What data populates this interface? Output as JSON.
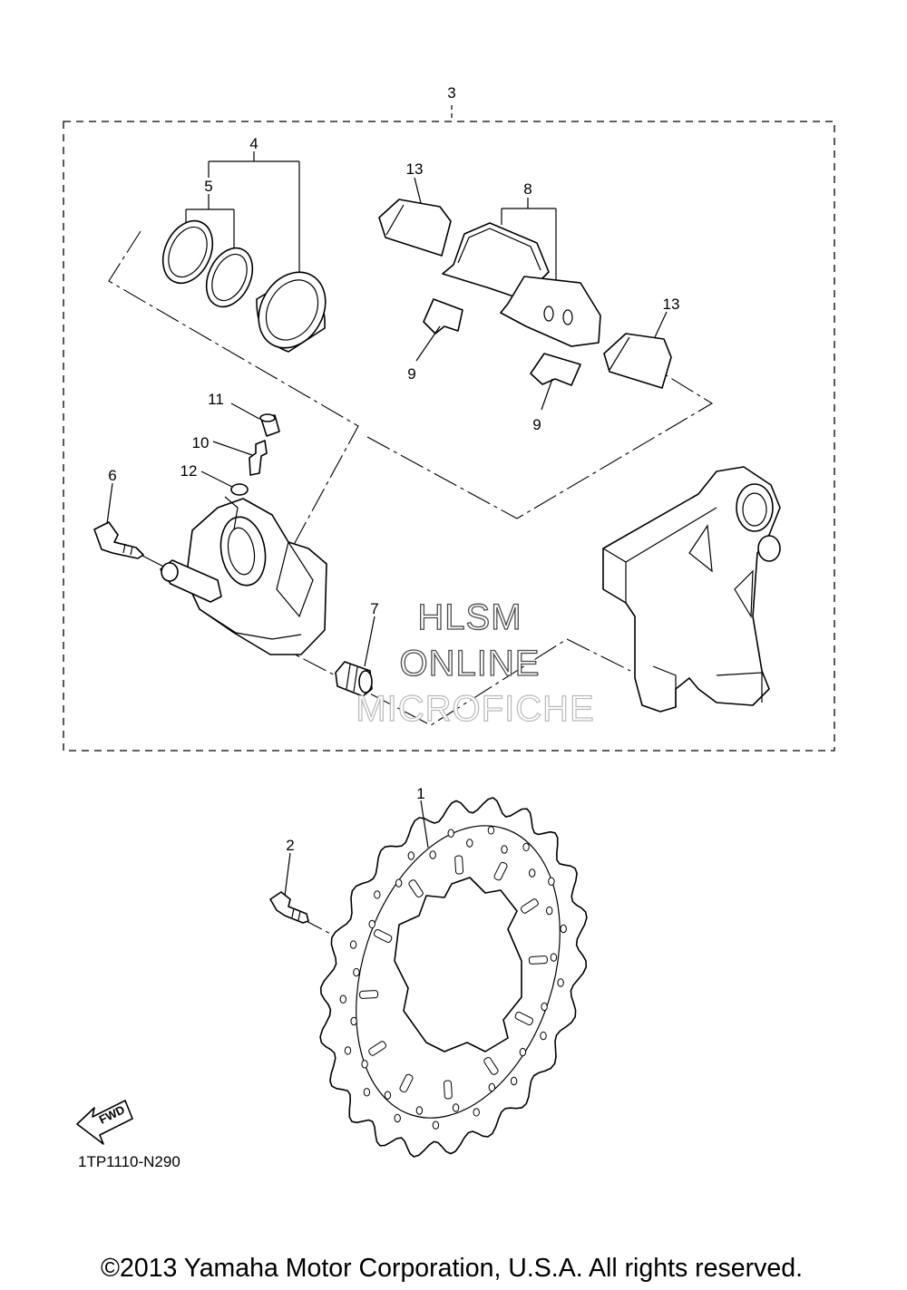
{
  "diagram": {
    "callouts": [
      "1",
      "2",
      "3",
      "4",
      "5",
      "6",
      "7",
      "8",
      "9",
      "9",
      "10",
      "11",
      "12",
      "13",
      "13"
    ],
    "diagram_code": "1TP1110-N290",
    "fwd_label": "FWD"
  },
  "watermark": {
    "line1": "HLSM",
    "line2": "ONLINE",
    "line3": "MICROFICHE"
  },
  "footer": {
    "copyright": "©2013 Yamaha Motor Corporation, U.S.A. All rights reserved."
  }
}
